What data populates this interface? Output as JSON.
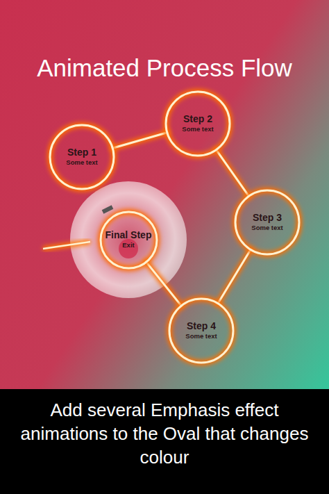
{
  "diagram": {
    "title": "Animated Process Flow",
    "caption": "Add several Emphasis effect animations to the Oval that changes colour",
    "nodes": [
      {
        "text": [
          "Step 1",
          "Some text"
        ]
      },
      {
        "text": [
          "Step 2",
          "Some text"
        ]
      },
      {
        "text": [
          "Step 3",
          "Some text"
        ]
      },
      {
        "text": [
          "Step 4",
          "Some text"
        ]
      },
      {
        "text": [
          "Final Step",
          "Exit"
        ]
      }
    ],
    "edges": [
      {
        "from": 0,
        "to": 1,
        "arrow": "none"
      },
      {
        "from": 1,
        "to": 2,
        "arrow": "none"
      },
      {
        "from": 2,
        "to": 3,
        "arrow": "none"
      },
      {
        "from": 3,
        "to": 4,
        "arrow": "none"
      }
    ]
  }
}
